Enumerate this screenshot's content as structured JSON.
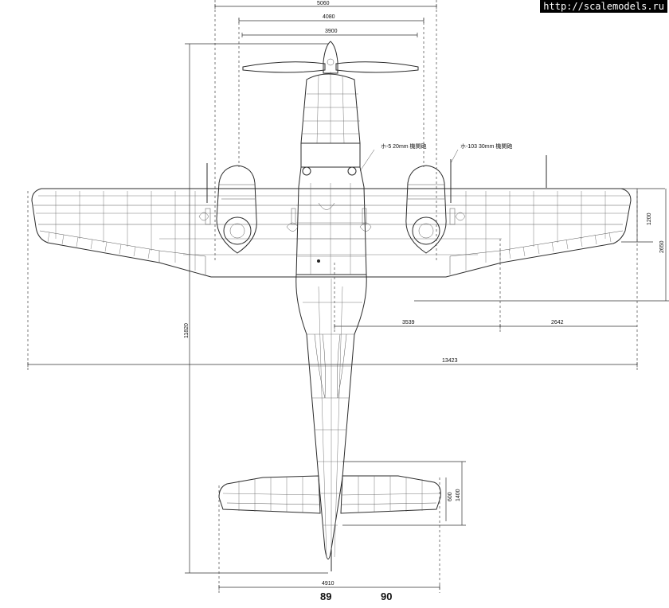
{
  "watermark": "http://scalemodels.ru",
  "dimensions": {
    "top_width_1": "5060",
    "top_width_2": "4080",
    "prop_span": "3900",
    "length": "11820",
    "wingspan": "13423",
    "inner_span": "3539",
    "outer_span": "2642",
    "chord_1": "1200",
    "chord_2": "2650",
    "tail_span": "4910",
    "tail_chord_1": "600",
    "tail_chord_2": "1400"
  },
  "callouts": {
    "gun_left": "ホ-5 20mm 機関砲",
    "gun_right": "ホ-103 30mm 機関砲"
  },
  "page_numbers": [
    "89",
    "90"
  ]
}
